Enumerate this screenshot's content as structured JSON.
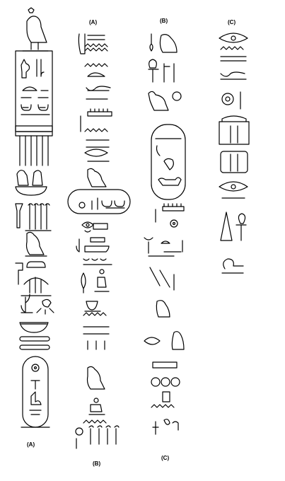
{
  "labels": {
    "col_a_top": "(A)",
    "col_b_top": "(B)",
    "col_c_top": "(C)",
    "col_a_bottom": "(A)",
    "col_b_bottom": "(B)",
    "col_c_bottom": "(C)"
  },
  "colors": {
    "ink": "#000000",
    "paper": "#ffffff"
  }
}
